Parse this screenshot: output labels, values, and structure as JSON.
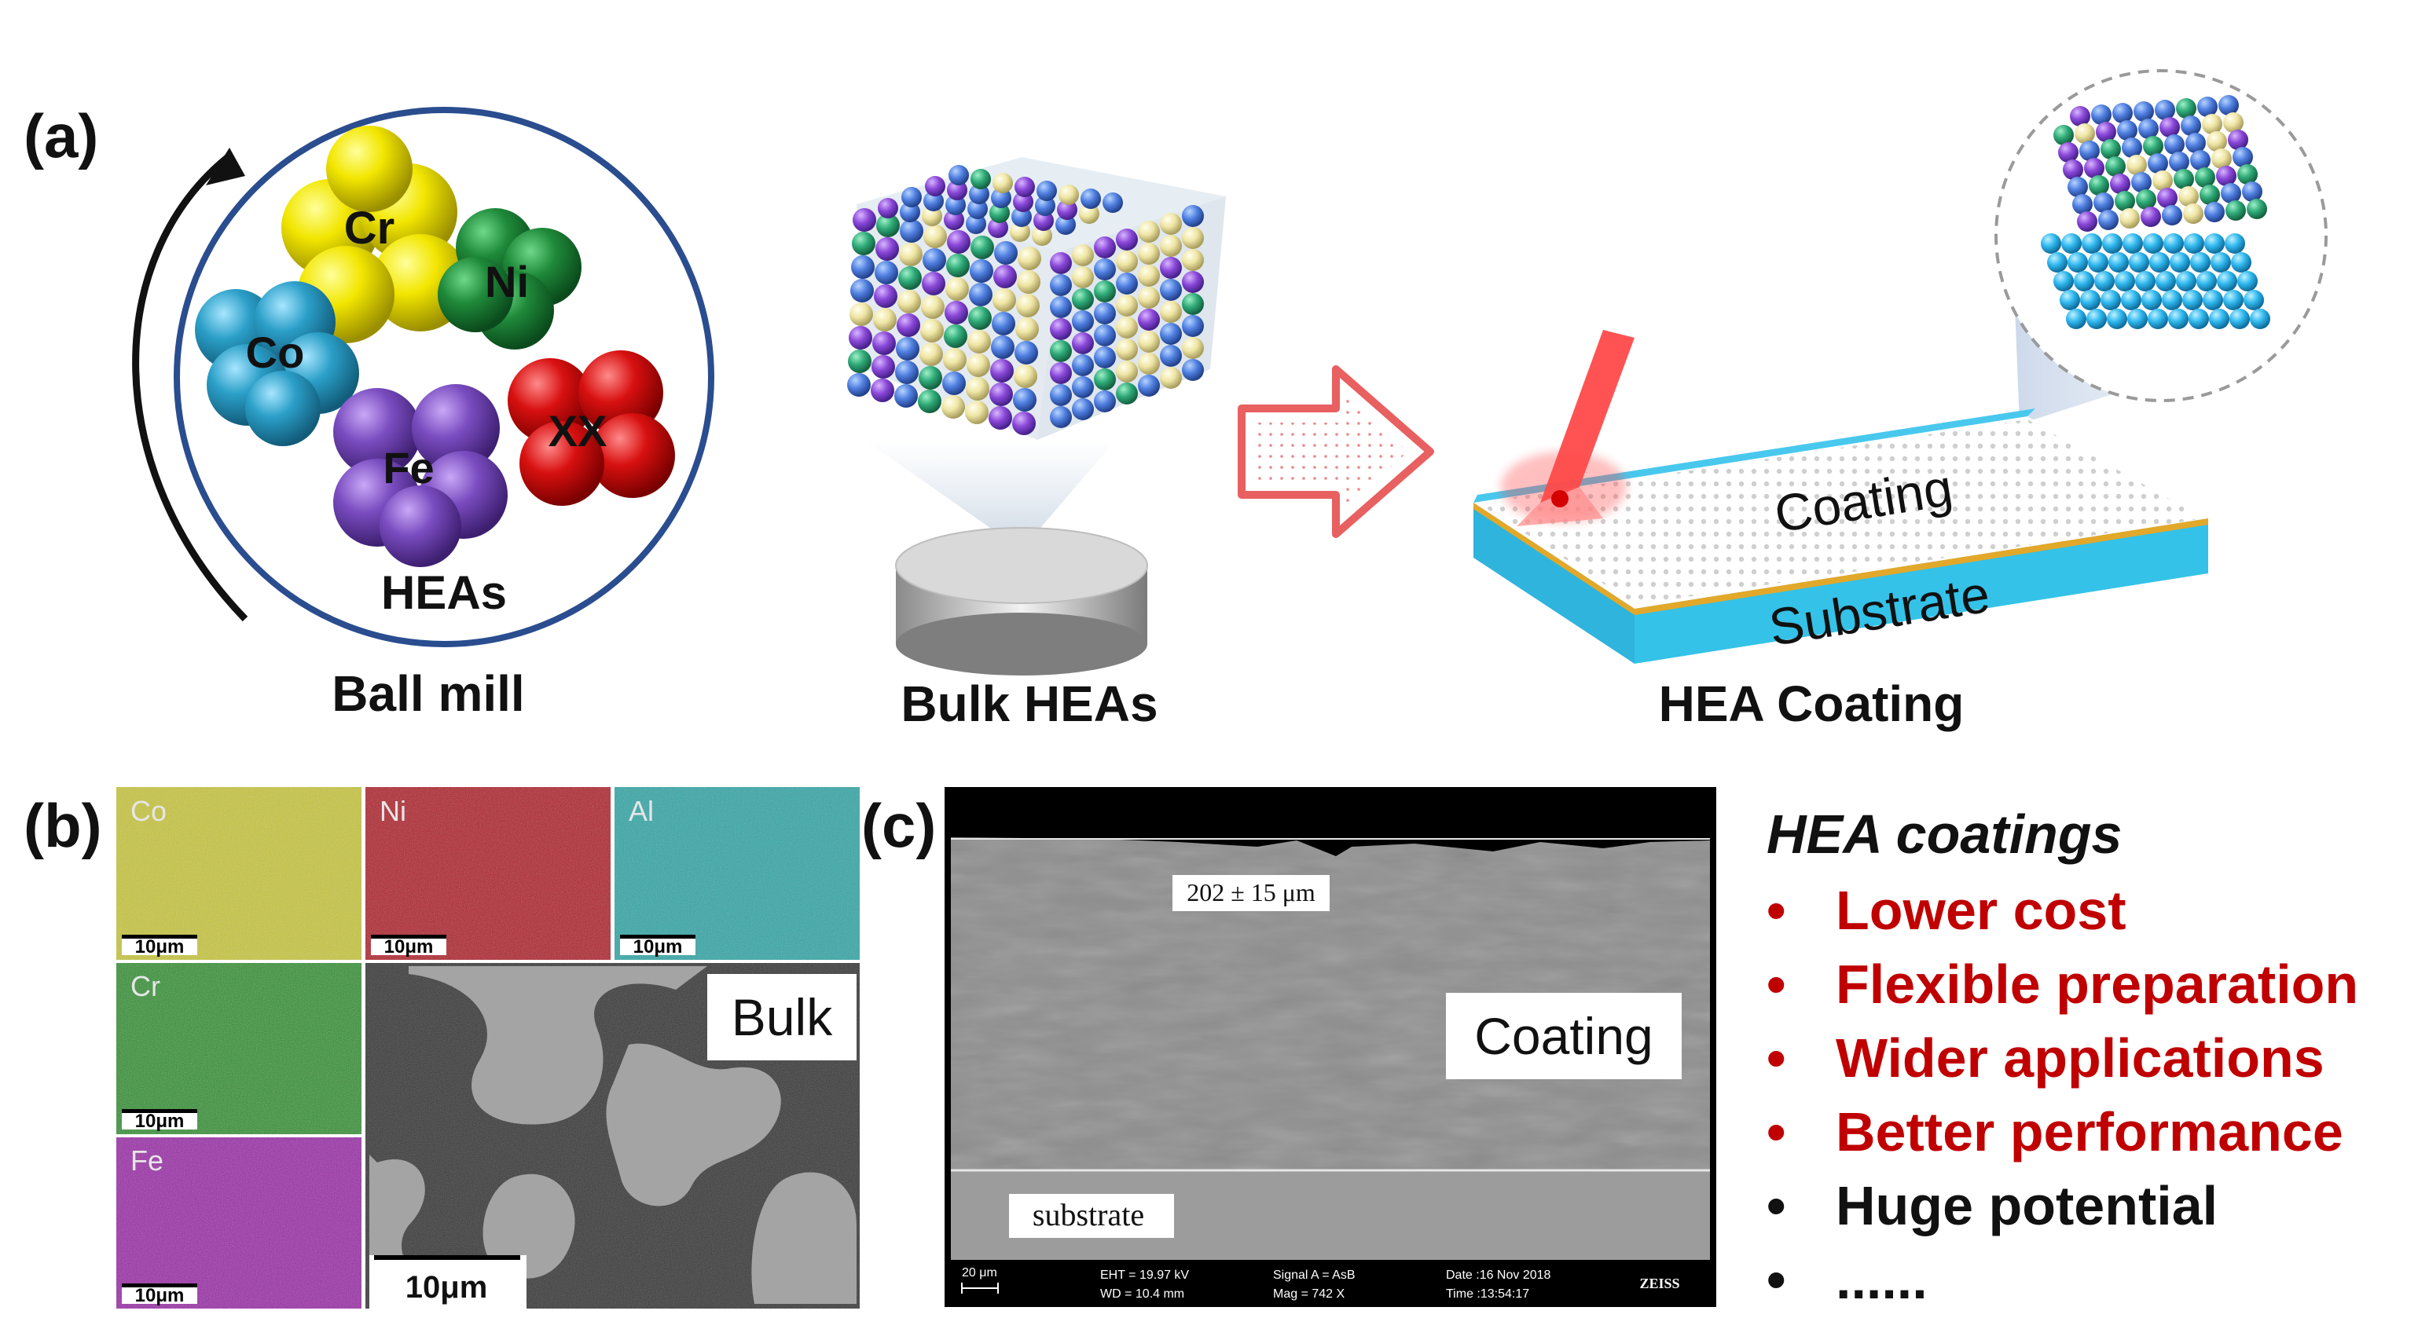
{
  "panel_a": {
    "label": "(a)",
    "ball_mill_caption": "Ball mill",
    "hea_label": "HEAs",
    "elements": [
      "Cr",
      "Ni",
      "Co",
      "XX",
      "Fe"
    ],
    "bulk_caption": "Bulk HEAs",
    "coating_caption": "HEA Coating",
    "coating_layer_label": "Coating",
    "substrate_layer_label": "Substrate"
  },
  "panel_b": {
    "label": "(b)",
    "maps": [
      {
        "element": "Co",
        "scale": "10μm",
        "color": "#c9c73a"
      },
      {
        "element": "Ni",
        "scale": "10μm",
        "color": "#b0202a"
      },
      {
        "element": "Al",
        "scale": "10μm",
        "color": "#2fa6a6"
      },
      {
        "element": "Cr",
        "scale": "10μm",
        "color": "#2f8f2f"
      },
      {
        "element": "Fe",
        "scale": "10μm",
        "color": "#9a2aa8"
      }
    ],
    "sem_label": "Bulk",
    "sem_scale": "10μm"
  },
  "panel_c": {
    "label": "(c)",
    "thickness": "202 ± 15 μm",
    "coating_label": "Coating",
    "substrate_label": "substrate",
    "footer": {
      "scale": "20 μm",
      "eht": "EHT = 19.97 kV",
      "wd": "WD = 10.4 mm",
      "signal": "Signal A = AsB",
      "mag": "Mag =    742 X",
      "date": "Date :16 Nov 2018",
      "time": "Time :13:54:17",
      "brand": "ZEISS"
    }
  },
  "advantages": {
    "title": "HEA coatings",
    "bullet": "•",
    "items": [
      {
        "text": "Lower cost",
        "color": "#c00000"
      },
      {
        "text": "Flexible preparation",
        "color": "#c00000"
      },
      {
        "text": "Wider applications",
        "color": "#c00000"
      },
      {
        "text": "Better performance",
        "color": "#c00000"
      },
      {
        "text": "Huge potential",
        "color": "#111111"
      },
      {
        "text": "......",
        "color": "#111111"
      }
    ]
  },
  "colors": {
    "cr": "#f2e600",
    "ni": "#1f8a3a",
    "co": "#2b9fc8",
    "fe": "#7a4cc0",
    "xx": "#d81010",
    "circle": "#2a4d8f",
    "substrate": "#34c2e8",
    "arrow": "#e86060"
  }
}
